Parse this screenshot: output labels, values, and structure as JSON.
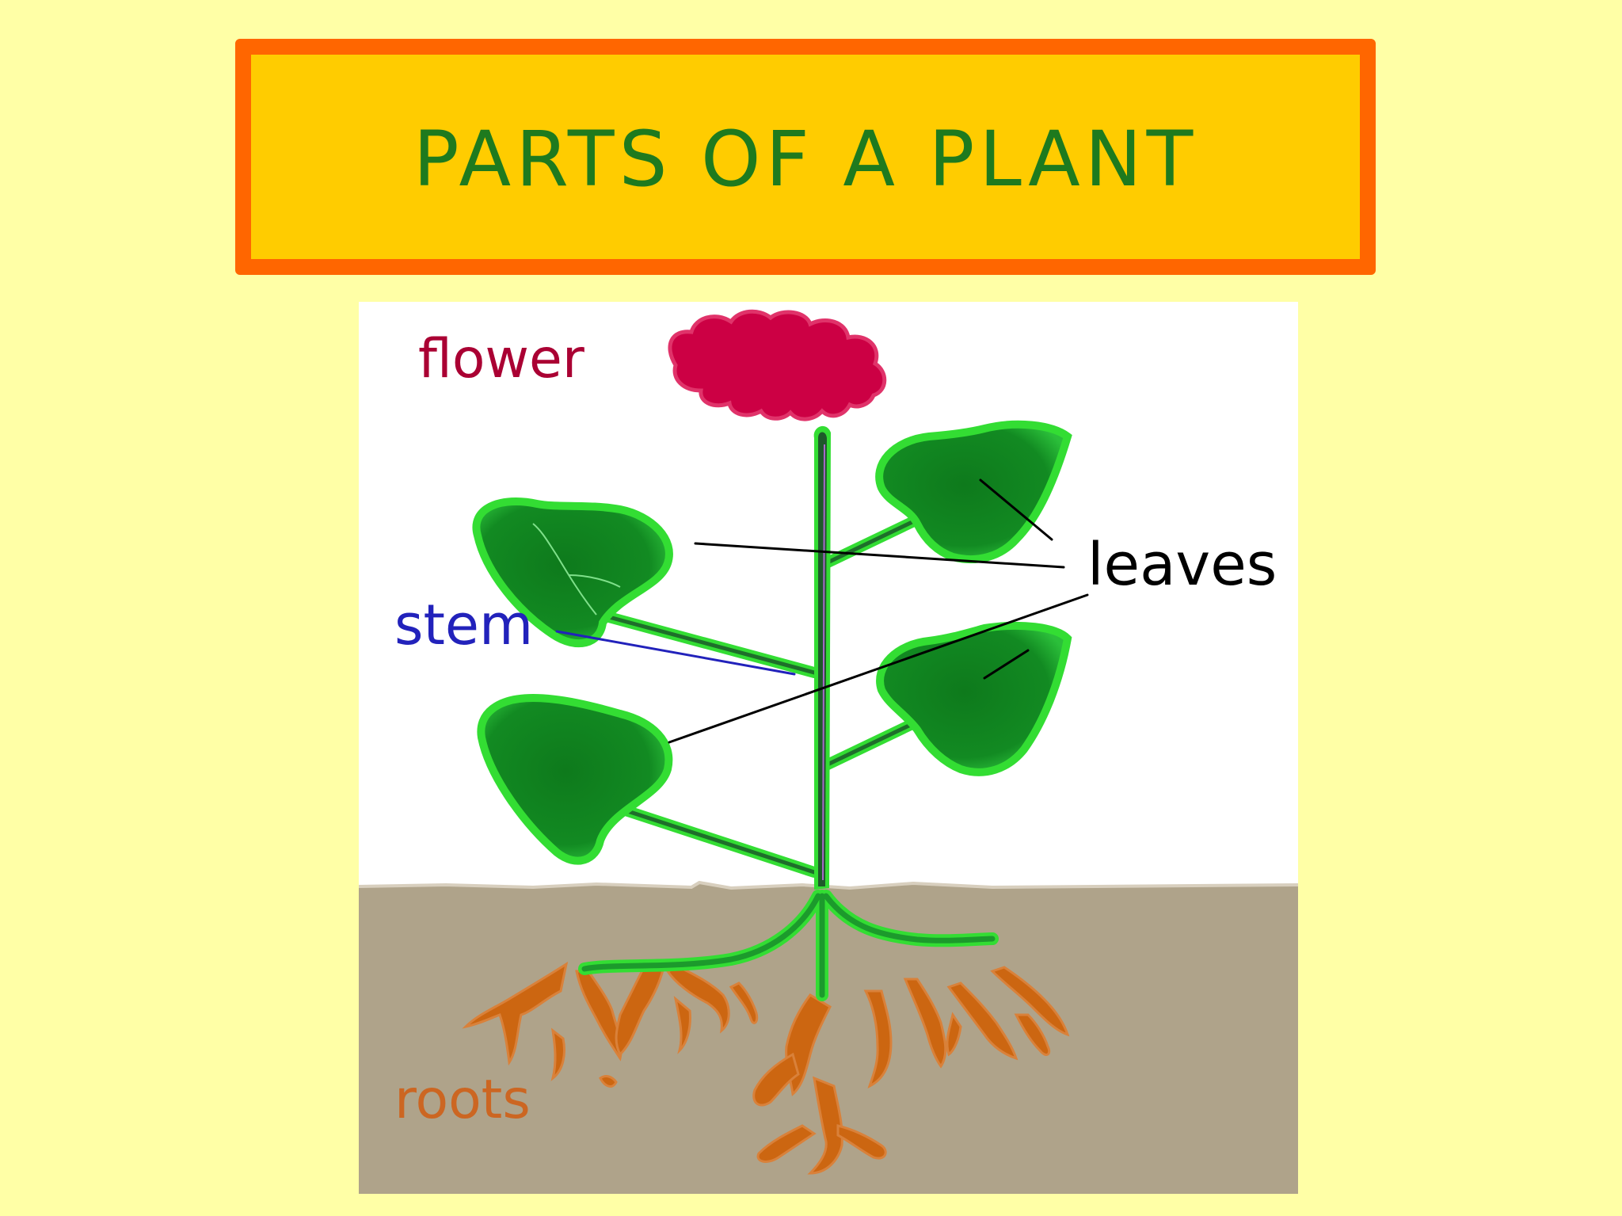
{
  "slide": {
    "title": "PARTS OF A PLANT"
  },
  "diagram": {
    "labels": {
      "flower": "flower",
      "leaves": "leaves",
      "stem": "stem",
      "roots": "roots"
    }
  },
  "colors": {
    "background": "#FFFFA6",
    "title_box_fill": "#FFCC00",
    "title_box_border": "#FF6600",
    "title_text": "#1E7A1E",
    "flower": "#CC0044",
    "leaf": "#118822",
    "leaf_outline": "#33DD33",
    "stem": "#1E5A2A",
    "soil": "#AFA38A",
    "roots": "#CC6611",
    "flower_label": "#AA0033",
    "stem_label": "#2222BB",
    "roots_label": "#CC6622",
    "leaves_label": "#000000"
  }
}
